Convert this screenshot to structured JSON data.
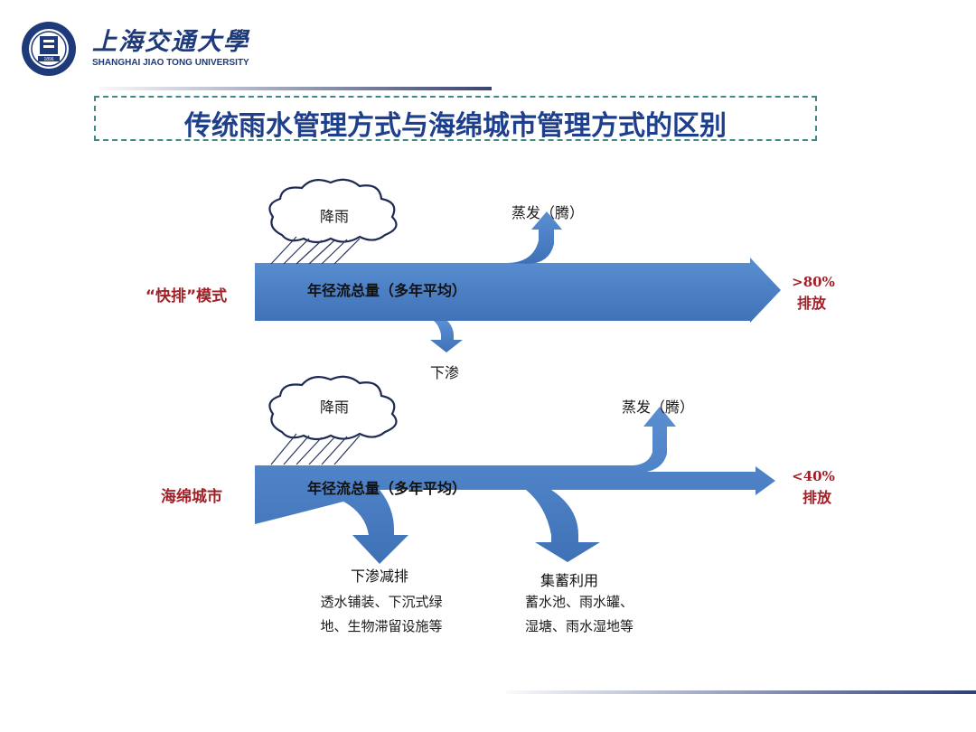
{
  "header": {
    "university_cn": "上海交通大學",
    "university_en": "SHANGHAI JIAO TONG UNIVERSITY",
    "logo_year": "1896"
  },
  "title": "传统雨水管理方式与海绵城市管理方式的区别",
  "colors": {
    "arrow": "#4a7ec3",
    "label_red": "#a11f26",
    "title_blue": "#1d3f8c",
    "frame": "#3d8a86"
  },
  "diagram": {
    "top": {
      "rain": "降雨",
      "evaporation": "蒸发（腾）",
      "mode": "“快排”模式",
      "runoff": "年径流总量（多年平均）",
      "discharge_value": ">80%",
      "discharge_label": "排放",
      "infiltration": "下渗"
    },
    "bottom": {
      "rain": "降雨",
      "evaporation": "蒸发（腾）",
      "mode": "海绵城市",
      "runoff": "年径流总量（多年平均）",
      "discharge_value": "<40%",
      "discharge_label": "排放",
      "infiltration_title": "下渗减排",
      "infiltration_line1": "透水铺装、下沉式绿",
      "infiltration_line2": "地、生物滞留设施等",
      "storage_title": "集蓄利用",
      "storage_line1": "蓄水池、雨水罐、",
      "storage_line2": "湿塘、雨水湿地等"
    }
  }
}
